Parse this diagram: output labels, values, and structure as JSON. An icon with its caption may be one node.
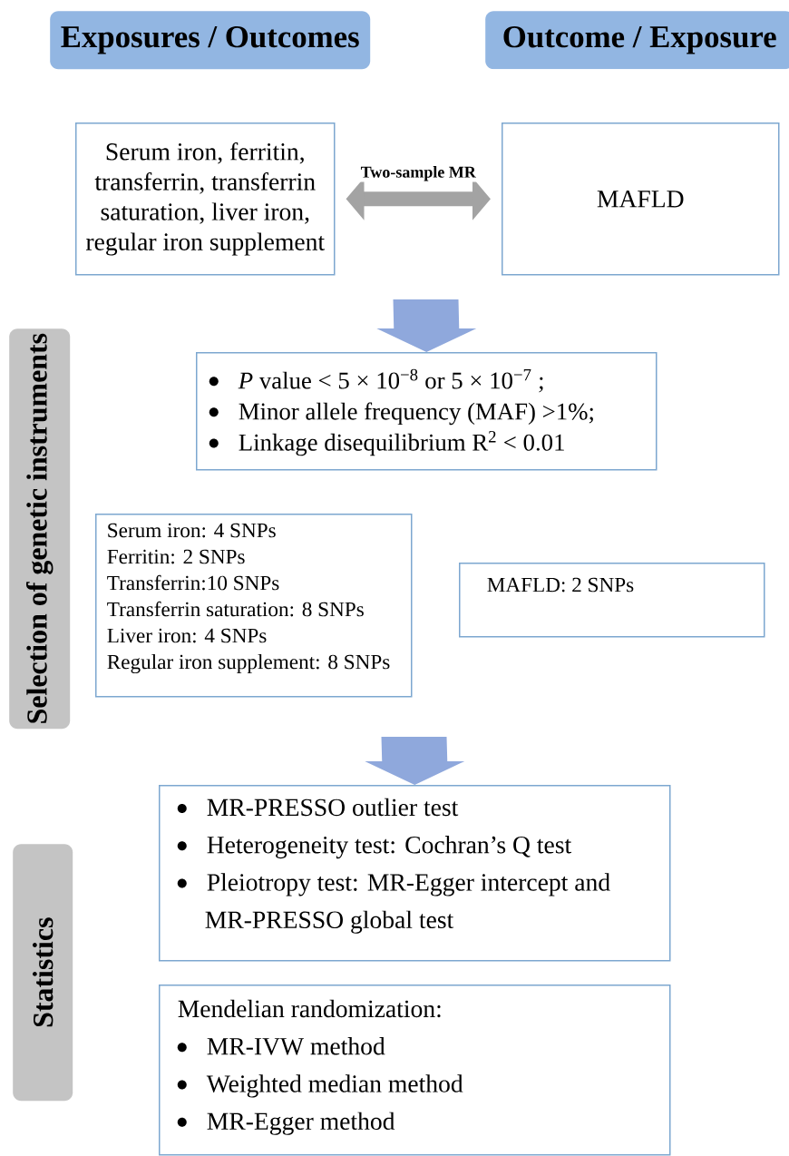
{
  "diagram": {
    "nodes": [
      {
        "text": [
          "Exposures  / Outcomes"
        ]
      },
      {
        "text": [
          "Outcome / Exposure"
        ]
      },
      {
        "text": [
          "Serum iron, ferritin, transferrin, transferrin saturation, liver iron, regular iron supplement"
        ]
      },
      {
        "text": [
          "MAFLD"
        ]
      },
      {
        "text": [
          "Selection of genetic instruments"
        ]
      },
      {
        "text": [
          "Statistics"
        ]
      },
      {
        "text": [
          "*P* value < 5 × 10$^{−8}$ or 5 × 10$^{−7}$ ;",
          "Minor allele frequency (MAF) >1%;",
          "Linkage disequilibrium R$^{2}$ < 0.01"
        ]
      },
      {
        "text": [
          "Serum iron: 4 SNPs",
          "Ferritin: 2 SNPs",
          "Transferrin:10 SNPs",
          "Transferrin saturation: 8 SNPs",
          "Liver iron: 4 SNPs",
          "Regular iron supplement: 8 SNPs"
        ]
      },
      {
        "text": [
          "MAFLD: 2 SNPs"
        ]
      },
      {
        "text": [
          "MR-PRESSO outlier test",
          "Heterogeneity test: Cochran’s Q test",
          "Pleiotropy test: MR-Egger intercept and MR-PRESSO global test"
        ]
      },
      {
        "text": [
          "Mendelian randomization:",
          "MR-IVW method",
          "Weighted median method",
          "MR-Egger method"
        ]
      }
    ],
    "edges": [
      {
        "from": 2,
        "to": 3,
        "arrow": "both",
        "label": "Two-sample MR",
        "color": "#a3a3a3"
      },
      {
        "from": null,
        "to": 6,
        "arrow": "to"
      },
      {
        "from": null,
        "to": 9,
        "arrow": "to"
      }
    ]
  }
}
